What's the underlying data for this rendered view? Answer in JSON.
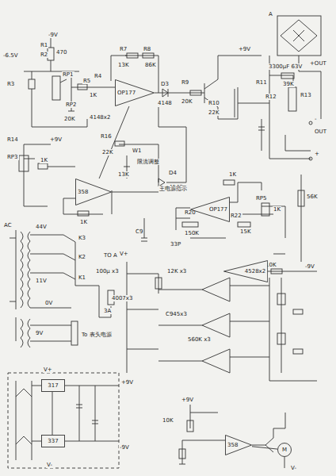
{
  "diagram": {
    "nodes": [
      {
        "text": [
          "OP177"
        ]
      },
      {
        "text": [
          "358"
        ]
      },
      {
        "text": [
          "OP177"
        ]
      },
      {
        "text": [
          "4528x2"
        ]
      },
      {
        "text": [
          "317"
        ]
      },
      {
        "text": [
          "337"
        ]
      },
      {
        "text": [
          "358"
        ]
      },
      {
        "text": [
          "M"
        ]
      }
    ],
    "edges": [
      {
        "from": 1,
        "to": 0,
        "arrow": "none"
      },
      {
        "from": 6,
        "to": 7,
        "arrow": "none"
      }
    ],
    "labels": [
      "-9V",
      "-6.5V",
      "R1",
      "R2",
      "470",
      "R3",
      "RP1",
      "RP2",
      "20K",
      "R4",
      "R5",
      "1K",
      "R7",
      "R8",
      "13K",
      "86K",
      "4148x2",
      "D3",
      "4148",
      "R9",
      "20K",
      "R10",
      "22K",
      "+9V",
      "A",
      "+OUT",
      "3300μF 63V",
      "39K",
      "R11",
      "R13",
      "R12",
      "OUT",
      "-",
      "+",
      "R14",
      "+9V",
      "RP3",
      "1K",
      "R16",
      "22K",
      "W1",
      "13K",
      "限流调整",
      "D4",
      "4148",
      "1K",
      "主电源指示",
      "1K",
      "R20",
      "150K",
      "R22",
      "15K",
      "RP5",
      "1K",
      "56K",
      "C9",
      "33P",
      "10K",
      "-9V",
      "AC",
      "44V",
      "K3",
      "K2",
      "K1",
      "11V",
      "TO A",
      "3A",
      "0V",
      "9V",
      "To 表头电源",
      "V+",
      "100μ x3",
      "12K x3",
      "4007x3",
      "C945x3",
      "560K x3",
      "V+",
      "+9V",
      "-9V",
      "V-",
      "+9V",
      "10K",
      "V-"
    ]
  }
}
